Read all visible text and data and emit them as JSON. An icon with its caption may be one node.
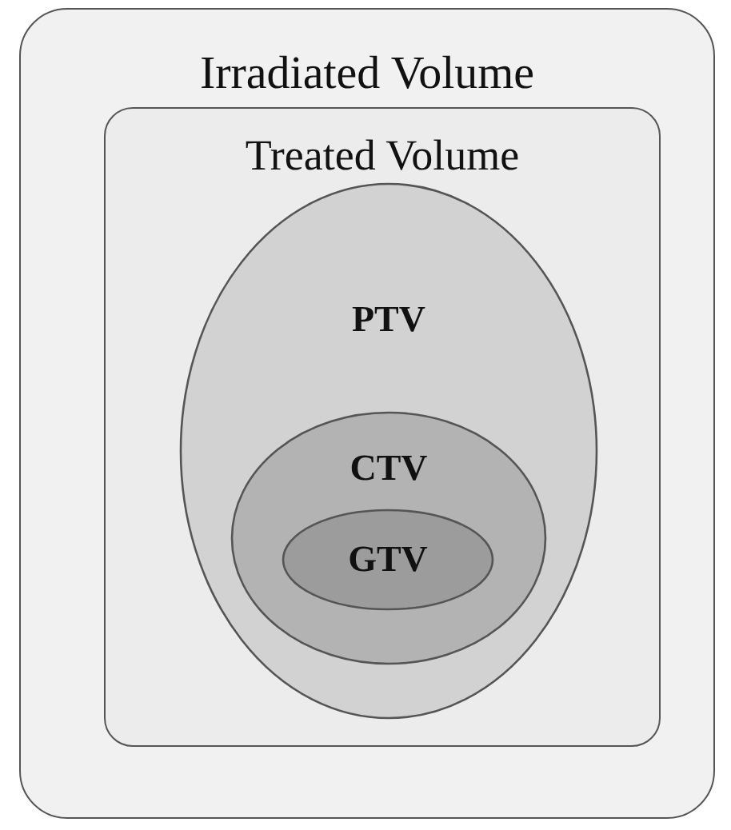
{
  "diagram": {
    "nodes": [
      {
        "text": [
          "Irradiated Volume"
        ]
      },
      {
        "text": [
          "Treated Volume"
        ],
        "in": 0
      },
      {
        "text": [
          "PTV"
        ],
        "in": 1
      },
      {
        "text": [
          "CTV"
        ],
        "in": 2
      },
      {
        "text": [
          "GTV"
        ],
        "in": 3
      }
    ]
  }
}
